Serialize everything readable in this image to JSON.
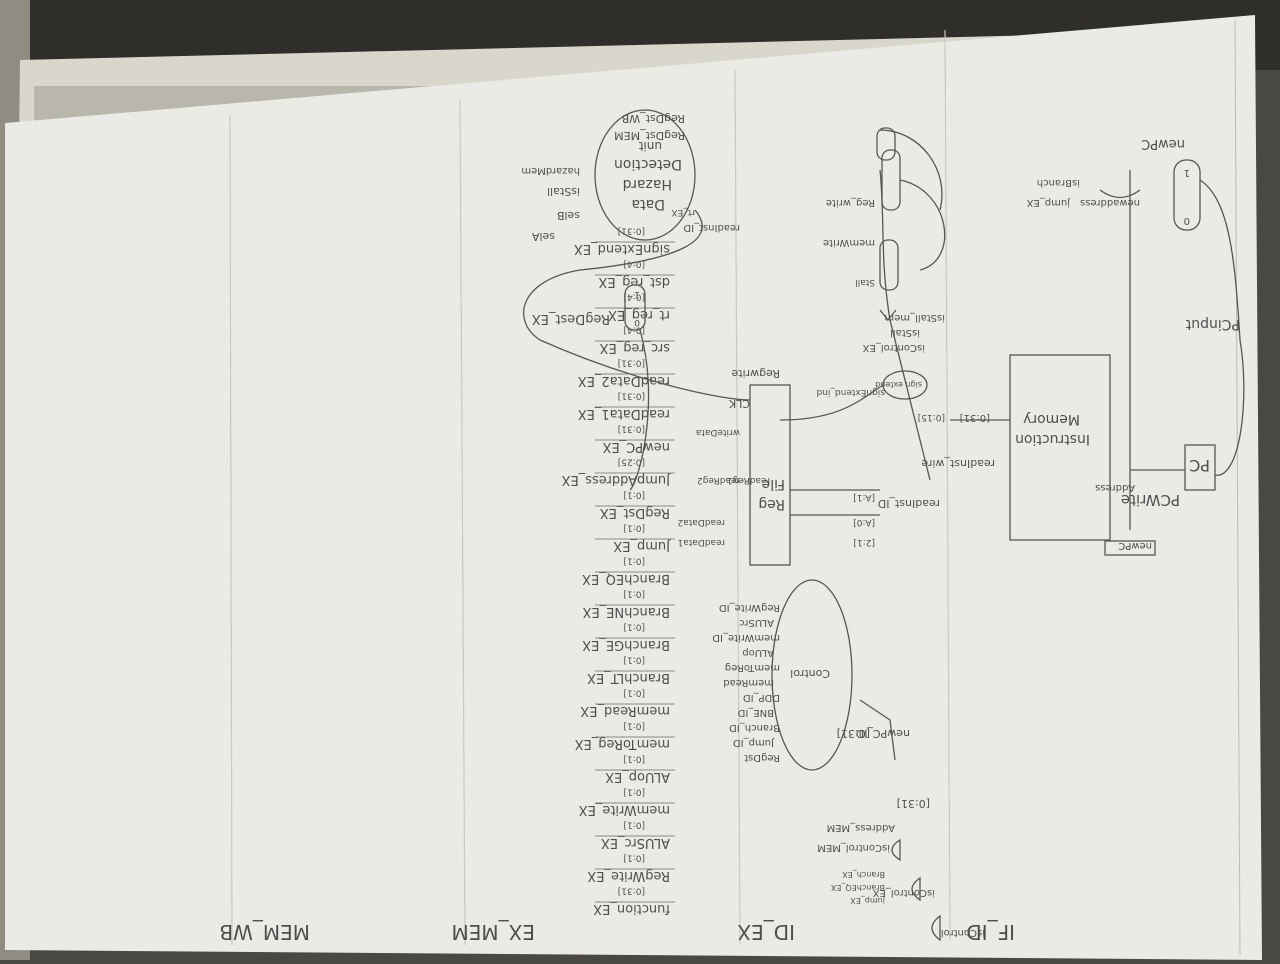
{
  "rotation": "upside-down",
  "stages": {
    "if_id": "IF_ID",
    "id_ex": "ID_EX",
    "ex_mem": "EX_MEM",
    "mem_wb": "MEM_WB"
  },
  "pc": {
    "label": "PC",
    "pcwrite": "PCWrite",
    "newpc": "newPC",
    "newpc_mux_label": "newPC",
    "pcinput": "PCinput",
    "mux_inputs": [
      "newaddress",
      "jump_EX",
      "isBranch"
    ]
  },
  "imem": {
    "line1": "Instruction",
    "line2": "Memory",
    "address": "Address",
    "read_wire": "readInst_wire",
    "bus": "[0:31]"
  },
  "if_id_outputs": [
    "readInst_ID",
    "newPC_ID",
    "[0:31]",
    "[0:31]"
  ],
  "regfile": {
    "line1": "Reg",
    "line2": "File",
    "clk": "CLK",
    "regwrite": "Regwrite",
    "read_labels": [
      "readReg1",
      "readReg2",
      "writeData"
    ],
    "outputs": [
      "readData1",
      "readData2"
    ],
    "buses": [
      "[A:1]",
      "[A:0]",
      "[2:1]"
    ]
  },
  "sign_extend": {
    "label": "sign extend",
    "signal": "signExtend_ind",
    "bus": "[0:15]"
  },
  "control": {
    "title": "Control",
    "signals": [
      "RegDst",
      "Jump_ID",
      "Branch_ID",
      "BNE_ID",
      "DDP_ID",
      "memRead",
      "memToReg",
      "ALUop",
      "memWrite_ID",
      "ALUSrc",
      "RegWrite_ID"
    ]
  },
  "id_ex_signals": [
    "function_EX",
    "[0:31]",
    "RegWrite_EX",
    "[0:1]",
    "ALUSrc_EX",
    "[0:1]",
    "memWrite_EX",
    "[0:1]",
    "ALUop_EX",
    "[0:1]",
    "memToReg_EX",
    "[0:1]",
    "memRead_EX",
    "[0:1]",
    "BranchLT_EX",
    "[0:1]",
    "BranchGE_EX",
    "[0:1]",
    "BranchNE_EX",
    "[0:1]",
    "BranchEQ_EX",
    "[0:1]",
    "Jump_EX",
    "[0:1]",
    "RegDst_EX",
    "[0:1]",
    "JumpAddress_EX",
    "[0:25]",
    "newPC_EX",
    "[0:31]",
    "readData1_EX",
    "[0:31]",
    "readData2_EX",
    "[0:31]",
    "src_reg_EX",
    "[0:4]",
    "rt_reg_EX",
    "[0:4]",
    "dst_reg_EX",
    "[0:4]",
    "signExtend_EX",
    "[0:31]"
  ],
  "regdst_mux": "RegDest_EX",
  "hazard": {
    "line1": "Data",
    "line2": "Hazard",
    "line3": "Detection",
    "line4": "unit",
    "inputs": [
      "readInst_ID",
      "rt_EX",
      "RegDst_MEM",
      "RegDst_WB"
    ],
    "outputs": [
      "selA",
      "selB",
      "isStall",
      "hazardMem"
    ]
  },
  "forwarding": {
    "muxes": [
      "Reg_write",
      "memWrite",
      "Stall"
    ],
    "signals": [
      "isStall",
      "isControl_EX",
      "isStall_mem"
    ]
  },
  "gates": {
    "labels": [
      "isControl",
      "isControl_EX",
      "isControl_MEM",
      "Address_MEM"
    ],
    "inputs": [
      "jump_EX",
      "BranchEQ_EX",
      "Branch_EX"
    ]
  }
}
